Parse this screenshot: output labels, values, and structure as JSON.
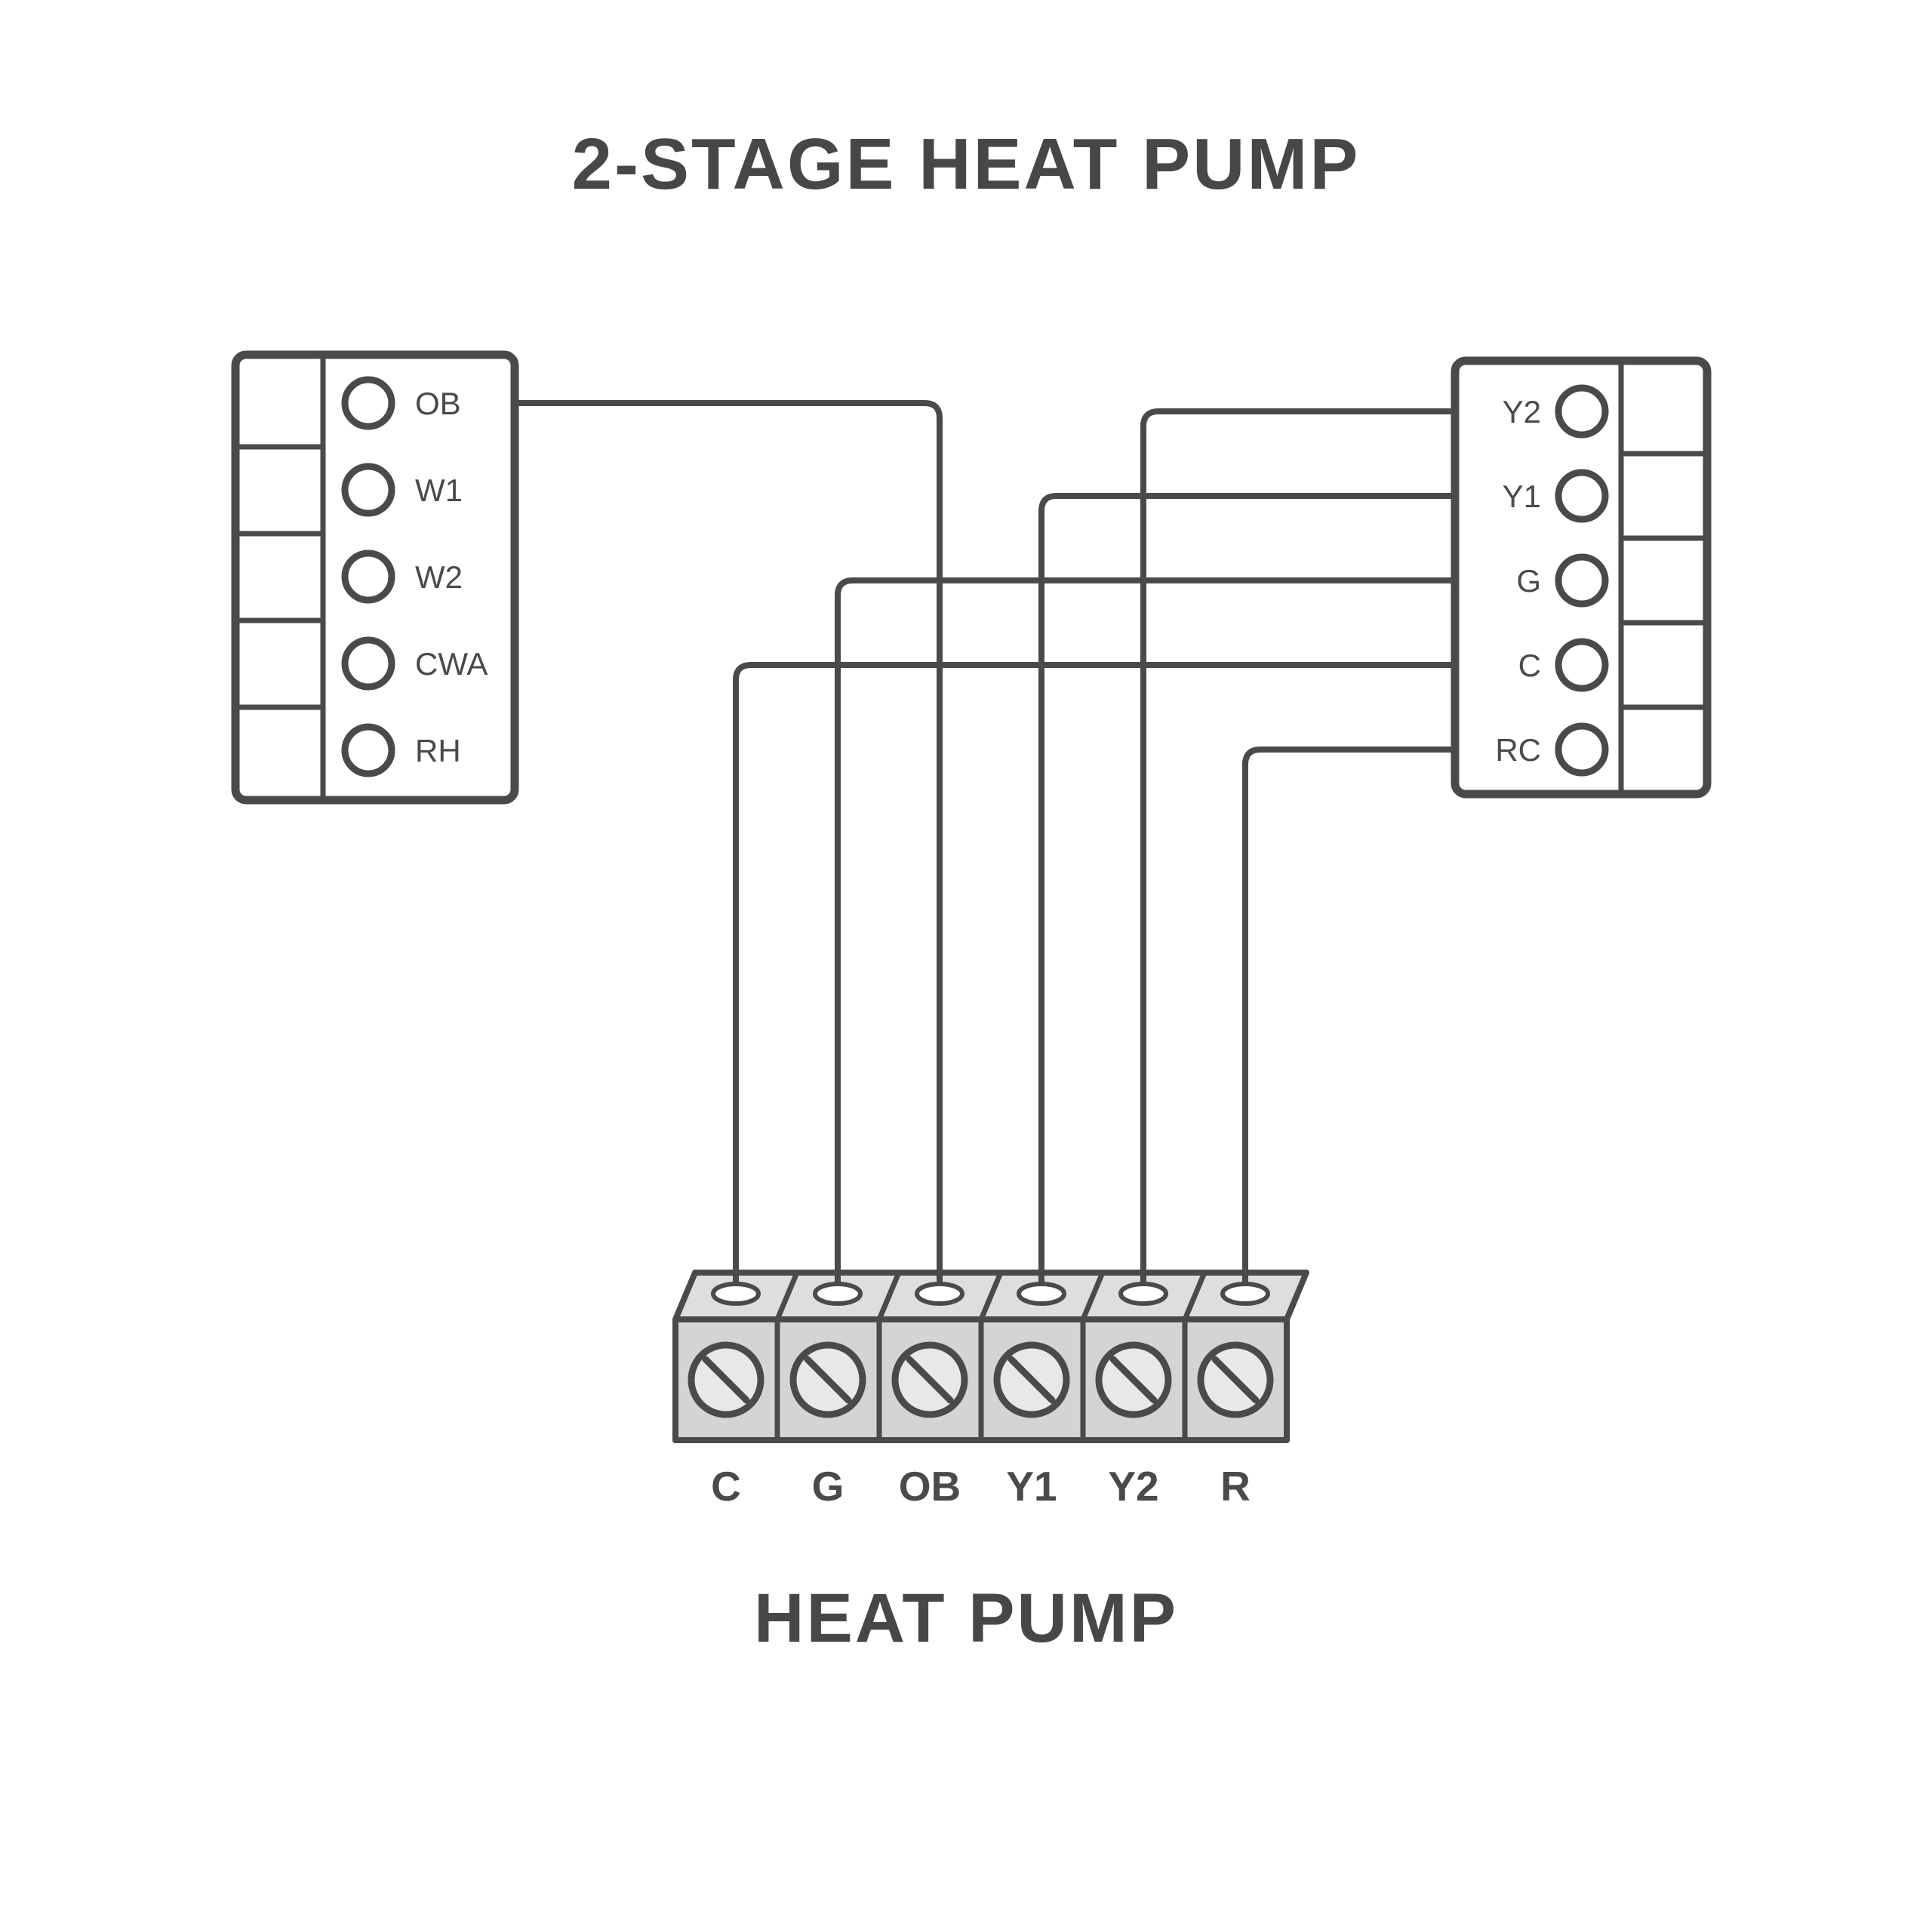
{
  "title": "2-STAGE HEAT PUMP",
  "heat_pump_label": "HEAT PUMP",
  "colors": {
    "line": "#4a4a4a",
    "text": "#474747",
    "strip_top_fill": "#dedede",
    "strip_front_fill": "#d4d4d4",
    "screw_fill": "#e8e8e8",
    "background": "#ffffff"
  },
  "left_terminal_block": {
    "terminals": [
      "OB",
      "W1",
      "W2",
      "CWA",
      "RH"
    ]
  },
  "right_terminal_block": {
    "terminals": [
      "Y2",
      "Y1",
      "G",
      "C",
      "RC"
    ]
  },
  "heat_pump_strip": {
    "terminals": [
      "C",
      "G",
      "OB",
      "Y1",
      "Y2",
      "R"
    ]
  },
  "connections": [
    {
      "from": "left_block.OB",
      "to": "heat_pump.OB"
    },
    {
      "from": "right_block.Y2",
      "to": "heat_pump.Y2"
    },
    {
      "from": "right_block.Y1",
      "to": "heat_pump.Y1"
    },
    {
      "from": "right_block.G",
      "to": "heat_pump.G"
    },
    {
      "from": "right_block.C",
      "to": "heat_pump.C"
    },
    {
      "from": "right_block.RC",
      "to": "heat_pump.R"
    }
  ]
}
